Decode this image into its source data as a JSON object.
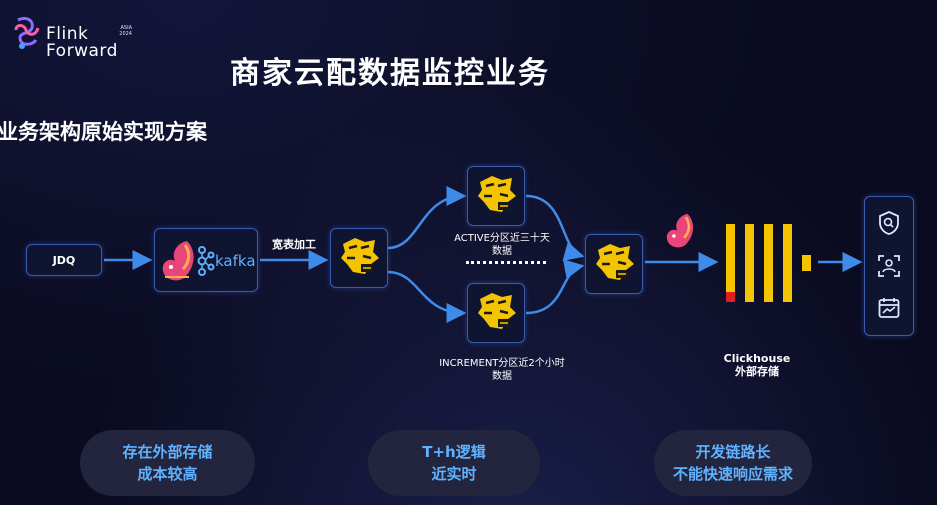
{
  "logo": {
    "line1": "Flink",
    "line2": "Forward",
    "event": "ASIA",
    "year": "2024"
  },
  "title": "商家云配数据监控业务",
  "subtitle": "业务架构原始实现方案",
  "nodes": {
    "source": "JDQ",
    "queue": "kafka",
    "wide_table_label": "宽表加工",
    "active_label": "ACTIVE分区近三十天数据",
    "increment_label": "INCREMENT分区近2个小时数据",
    "clickhouse_label_1": "Clickhouse",
    "clickhouse_label_2": "外部存储"
  },
  "problems": [
    {
      "line1": "存在外部存储",
      "line2": "成本较高"
    },
    {
      "line1": "T+h逻辑",
      "line2": "近实时"
    },
    {
      "line1": "开发链路长",
      "line2": "不能快速响应需求"
    }
  ],
  "colors": {
    "accent": "#5fb2ff",
    "arrow": "#3f8ce8",
    "clickhouse": "#f5c400",
    "hive": "#f5c400",
    "pill_bg": "#23253f"
  },
  "icons": [
    "flink-squirrel-icon",
    "kafka-icon",
    "hive-icon",
    "clickhouse-icon",
    "search-shield-icon",
    "user-scan-icon",
    "calendar-chart-icon"
  ]
}
